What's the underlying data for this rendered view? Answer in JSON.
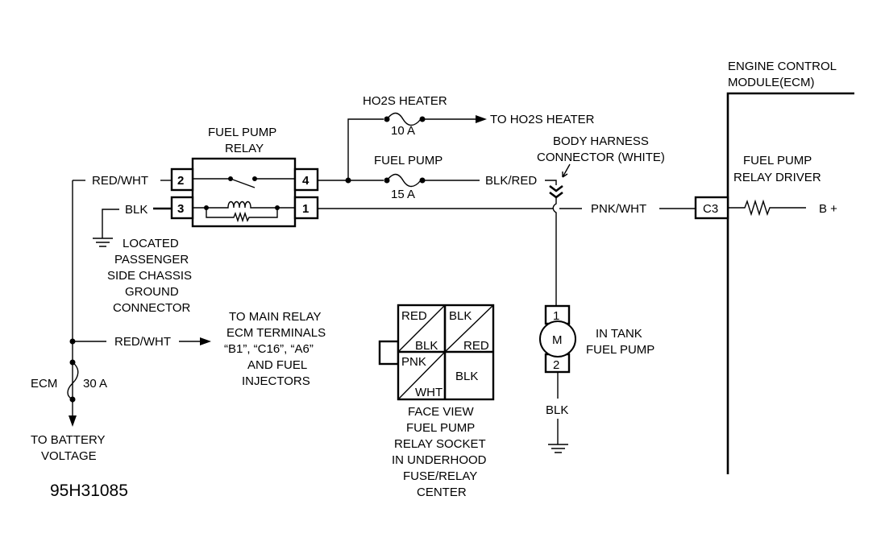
{
  "diagram": {
    "type": "wiring-schematic",
    "ecm": {
      "title_line1": "ENGINE CONTROL",
      "title_line2": "MODULE(ECM)",
      "driver_line1": "FUEL PUMP",
      "driver_line2": "RELAY DRIVER",
      "connector": "C3",
      "supply": "B +"
    },
    "relay": {
      "title_line1": "FUEL PUMP",
      "title_line2": "RELAY",
      "pins": [
        "2",
        "3",
        "4",
        "1"
      ]
    },
    "wires": {
      "relay_pin2_in": "RED/WHT",
      "relay_pin3_in": "BLK",
      "fuse_out": "BLK/RED",
      "relay_pin1_out": "PNK/WHT",
      "main_branch": "RED/WHT",
      "pump_ground": "BLK"
    },
    "fuses": {
      "ho2s": {
        "name": "HO2S HEATER",
        "rating": "10 A",
        "destination": "TO HO2S HEATER"
      },
      "fuel_pump": {
        "name": "FUEL PUMP",
        "rating": "15 A"
      },
      "ecm": {
        "name": "ECM",
        "rating": "30 A"
      }
    },
    "body_harness": {
      "line1": "BODY HARNESS",
      "line2": "CONNECTOR (WHITE)"
    },
    "ground_note": [
      "LOCATED",
      "PASSENGER",
      "SIDE CHASSIS",
      "GROUND",
      "CONNECTOR"
    ],
    "main_relay_note": [
      "TO MAIN RELAY",
      "ECM TERMINALS",
      "“B1”, “C16”, “A6”",
      "AND FUEL",
      "INJECTORS"
    ],
    "battery_note": [
      "TO BATTERY",
      "VOLTAGE"
    ],
    "pump": {
      "symbol": "M",
      "pin_top": "1",
      "pin_bottom": "2",
      "label_line1": "IN TANK",
      "label_line2": "FUEL PUMP"
    },
    "socket": {
      "cells": {
        "top_left_a": "RED",
        "top_left_b": "BLK",
        "top_right_a": "BLK",
        "top_right_b": "RED",
        "bottom_left_a": "PNK",
        "bottom_left_b": "WHT",
        "bottom_right": "BLK"
      },
      "caption": [
        "FACE VIEW",
        "FUEL PUMP",
        "RELAY SOCKET",
        "IN UNDERHOOD",
        "FUSE/RELAY",
        "CENTER"
      ]
    },
    "figure_id": "95H31085"
  }
}
